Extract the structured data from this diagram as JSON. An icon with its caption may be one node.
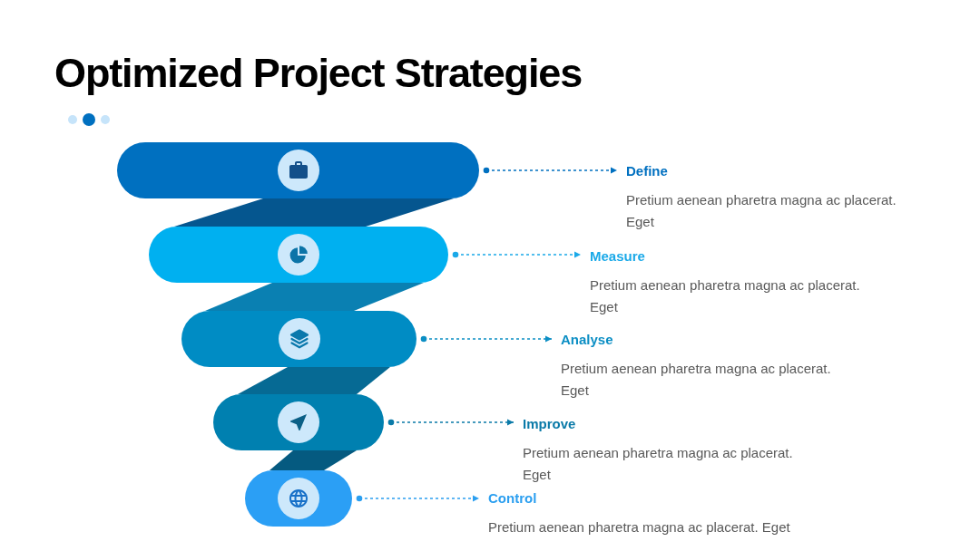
{
  "diagram": {
    "title": "Optimized Project Strategies",
    "nodes": [
      {
        "text": [],
        "shape": "bar"
      },
      {
        "text": [],
        "shape": "band"
      },
      {
        "text": [],
        "shape": "bar"
      },
      {
        "text": [],
        "shape": "band"
      },
      {
        "text": [],
        "shape": "bar"
      },
      {
        "text": [],
        "shape": "band"
      },
      {
        "text": [],
        "shape": "bar"
      },
      {
        "text": [],
        "shape": "band"
      },
      {
        "text": [],
        "shape": "bar"
      },
      {
        "text": [
          "Define",
          "Pretium aenean pharetra magna ac placerat. Eget"
        ]
      },
      {
        "text": [
          "Measure",
          "Pretium aenean pharetra magna ac placerat. Eget"
        ]
      },
      {
        "text": [
          "Analyse",
          "Pretium aenean pharetra magna ac placerat. Eget"
        ]
      },
      {
        "text": [
          "Improve",
          "Pretium aenean pharetra magna ac placerat. Eget"
        ]
      },
      {
        "text": [
          "Control",
          "Pretium aenean pharetra magna ac placerat. Eget"
        ]
      }
    ],
    "edges": [
      {
        "from": 0,
        "to": 9,
        "arrow": "to",
        "style": "dashed",
        "color": "#0070c0"
      },
      {
        "from": 2,
        "to": 10,
        "arrow": "to",
        "style": "dashed",
        "color": "#1aa9e8"
      },
      {
        "from": 4,
        "to": 11,
        "arrow": "to",
        "style": "dashed",
        "color": "#0b8ec4"
      },
      {
        "from": 6,
        "to": 12,
        "arrow": "to",
        "style": "dashed",
        "color": "#0a7aa8"
      },
      {
        "from": 8,
        "to": 13,
        "arrow": "to",
        "style": "dashed",
        "color": "#2b9ff0"
      }
    ]
  }
}
